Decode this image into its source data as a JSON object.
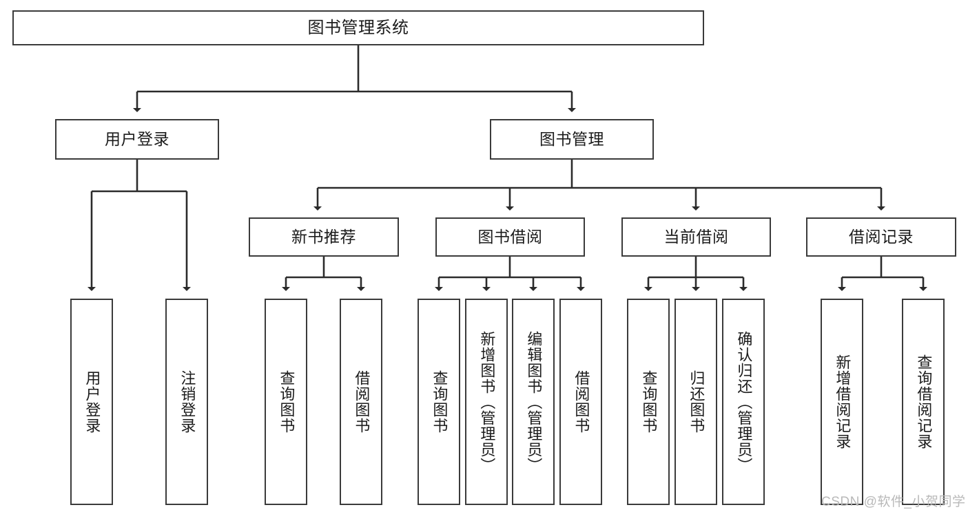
{
  "diagram": {
    "type": "tree",
    "title": "图书管理系统",
    "stroke_color": "#3a3a3a",
    "text_color": "#1b1b1b",
    "background_color": "#ffffff",
    "levels": {
      "root": {
        "label": "图书管理系统"
      },
      "level2": [
        {
          "label": "用户登录"
        },
        {
          "label": "图书管理"
        }
      ],
      "level3": [
        {
          "label": "新书推荐"
        },
        {
          "label": "图书借阅"
        },
        {
          "label": "当前借阅"
        },
        {
          "label": "借阅记录"
        }
      ],
      "leaves": [
        {
          "label": "用户登录",
          "parent": "用户登录"
        },
        {
          "label": "注销登录",
          "parent": "用户登录"
        },
        {
          "label": "查询图书",
          "parent": "新书推荐"
        },
        {
          "label": "借阅图书",
          "parent": "新书推荐"
        },
        {
          "label": "查询图书",
          "parent": "图书借阅"
        },
        {
          "label": "新增图书（管理员）",
          "parent": "图书借阅"
        },
        {
          "label": "编辑图书（管理员）",
          "parent": "图书借阅"
        },
        {
          "label": "借阅图书",
          "parent": "图书借阅"
        },
        {
          "label": "查询图书",
          "parent": "当前借阅"
        },
        {
          "label": "归还图书",
          "parent": "当前借阅"
        },
        {
          "label": "确认归还（管理员）",
          "parent": "当前借阅"
        },
        {
          "label": "新增借阅记录",
          "parent": "借阅记录"
        },
        {
          "label": "查询借阅记录",
          "parent": "借阅记录"
        }
      ]
    }
  },
  "watermark": {
    "text": "CSDN @软件_小贺同学",
    "color": "#b9b9b9"
  }
}
